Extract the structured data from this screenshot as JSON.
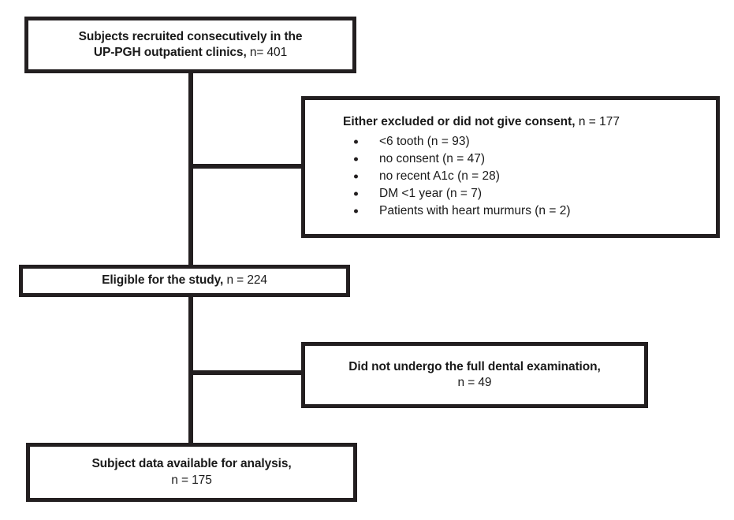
{
  "diagram": {
    "type": "participant-flow-diagram",
    "title": "Subject recruitment and inclusion flow",
    "line_color": "#231f20",
    "background_color": "#ffffff",
    "nodes": [
      {
        "id": "recruited",
        "lines": [
          {
            "label": "Subjects recruited consecutively in the",
            "value": ""
          },
          {
            "label": "UP-PGH outpatient clinics,",
            "value": " n= 401"
          }
        ],
        "count": 401
      },
      {
        "id": "excluded",
        "header": {
          "label": "Either excluded or did not give consent,",
          "value": " n = 177"
        },
        "count": 177,
        "items": [
          {
            "text": "<6 tooth (n = 93)",
            "count": 93
          },
          {
            "text": "no consent (n = 47)",
            "count": 47
          },
          {
            "text": "no recent A1c (n = 28)",
            "count": 28
          },
          {
            "text": "DM <1 year (n = 7)",
            "count": 7
          },
          {
            "text": "Patients with heart murmurs (n = 2)",
            "count": 2
          }
        ]
      },
      {
        "id": "eligible",
        "lines": [
          {
            "label": "Eligible for the study,",
            "value": " n = 224"
          }
        ],
        "count": 224
      },
      {
        "id": "no-dental-exam",
        "lines": [
          {
            "label": "Did not undergo the full dental examination,",
            "value": ""
          },
          {
            "label": "",
            "value": "n = 49"
          }
        ],
        "count": 49
      },
      {
        "id": "analyzed",
        "lines": [
          {
            "label": "Subject data available for analysis,",
            "value": ""
          },
          {
            "label": "",
            "value": "n = 175"
          }
        ],
        "count": 175
      }
    ]
  }
}
